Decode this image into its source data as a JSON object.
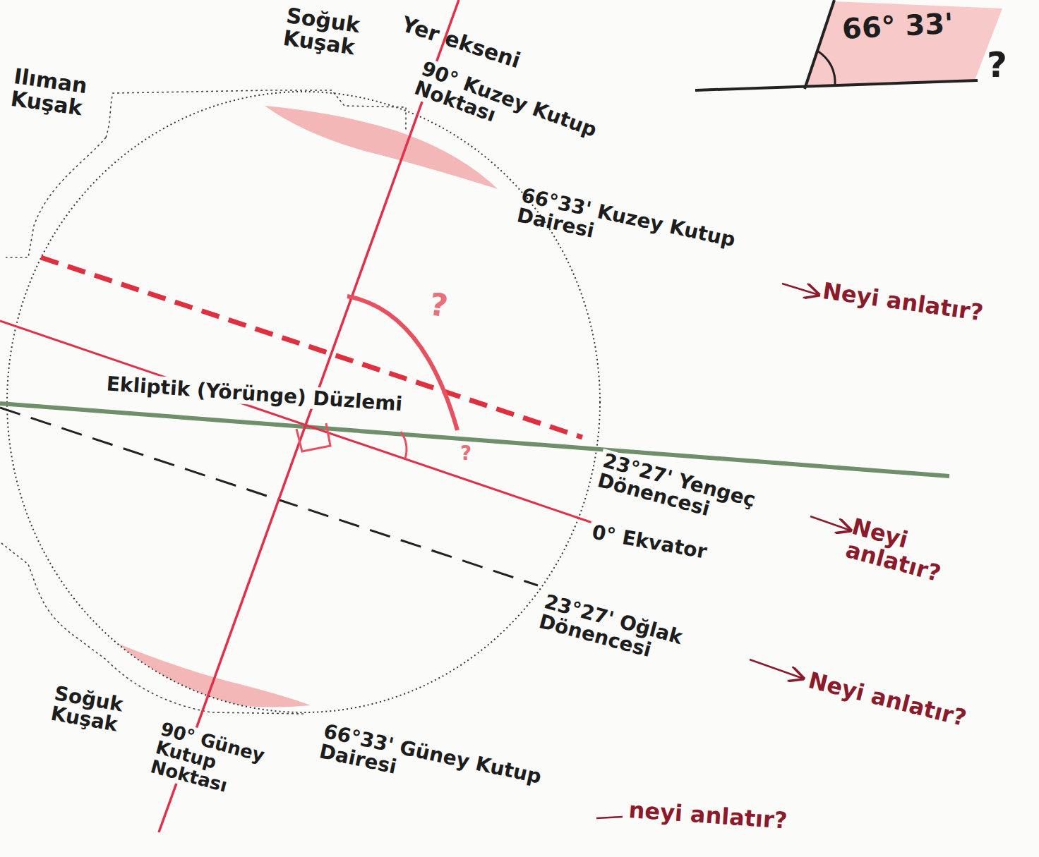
{
  "diagram": {
    "labels": [
      "Soğuk Kuşak",
      "Yer ekseni",
      "90° Kuzey Kutup Noktası",
      "Ilıman Kuşak",
      "66°33' Kuzey Kutup Dairesi",
      "Neyi anlatır?",
      "Ekliptik (Yörünge) Düzlemi",
      "23°27' Yengeç Dönencesi",
      "Neyi anlatır?",
      "0° Ekvator",
      "23°27' Oğlak Dönencesi",
      "Neyi anlatır?",
      "Soğuk Kuşak",
      "90° Güney Kutup Noktası",
      "66°33' Güney Kutup Dairesi",
      "neyi anlatır?",
      "66° 33'",
      "?",
      "?",
      "?"
    ]
  }
}
